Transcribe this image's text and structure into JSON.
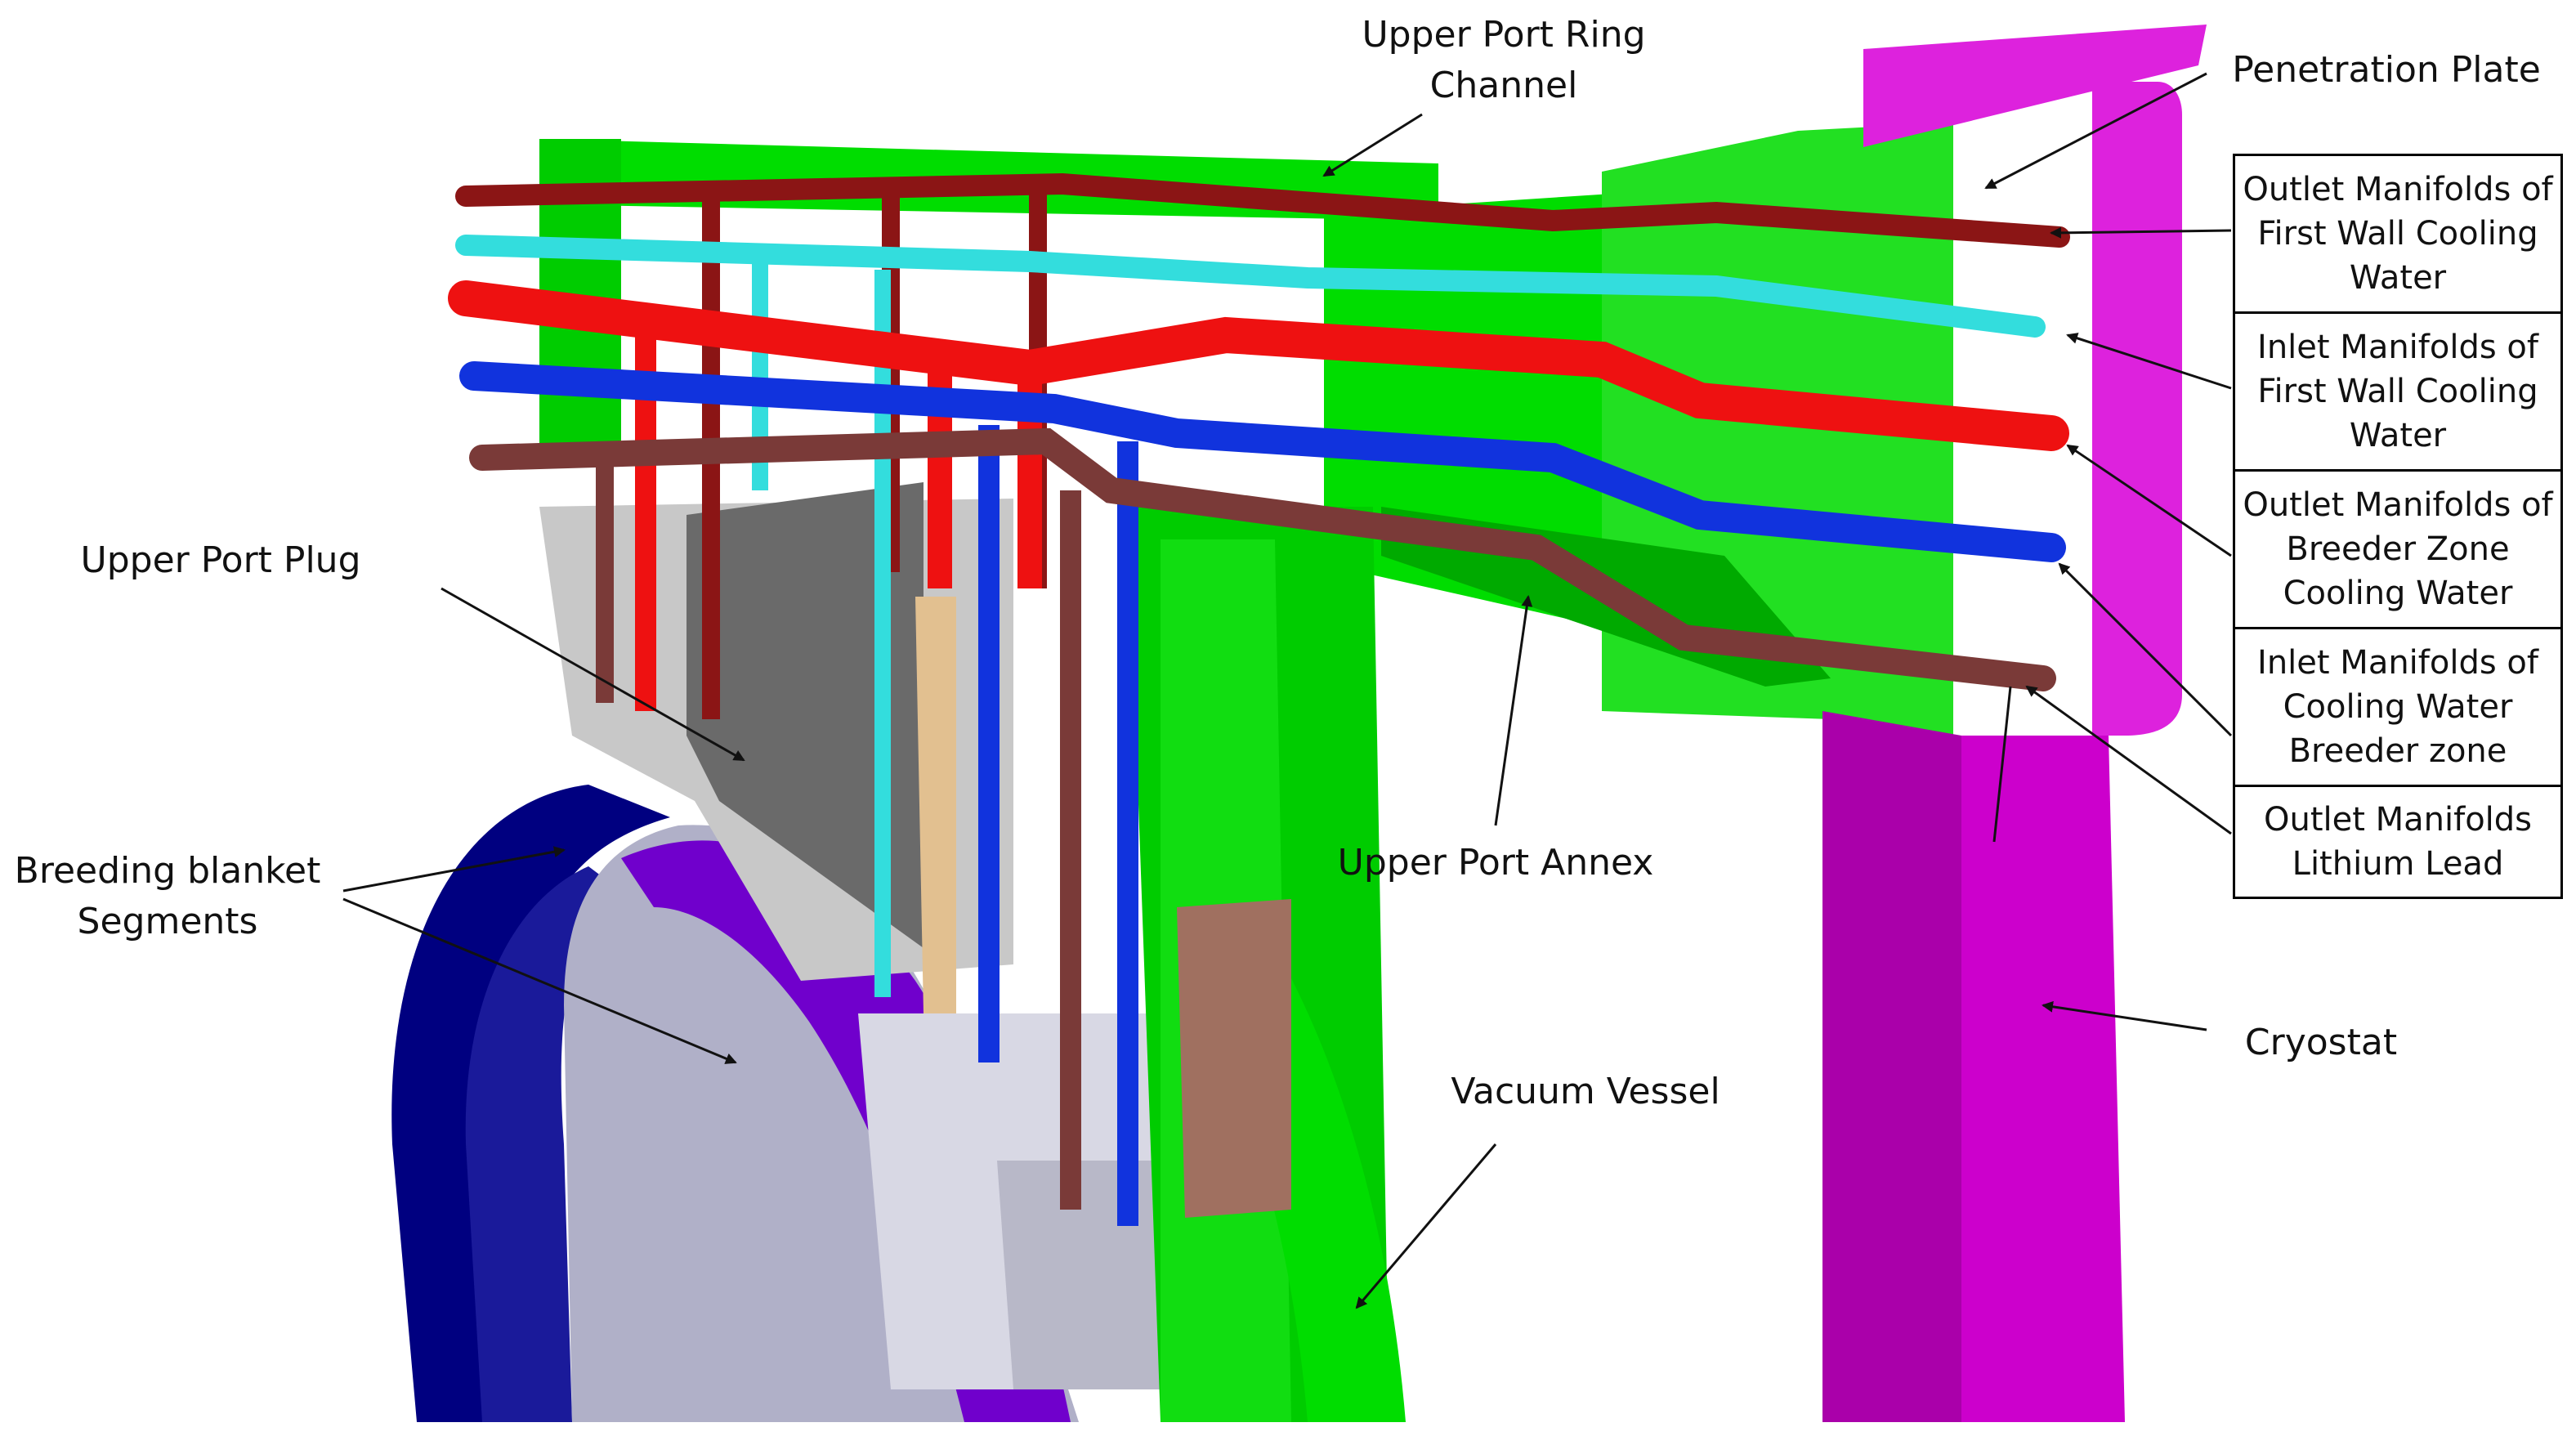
{
  "labels": {
    "upper_port_ring_channel": "Upper Port Ring\nChannel",
    "penetration_plate": "Penetration Plate",
    "upper_port_plug": "Upper Port Plug",
    "breeding_blanket_segments": "Breeding blanket\nSegments",
    "upper_port_annex": "Upper Port Annex",
    "vacuum_vessel": "Vacuum Vessel",
    "cryostat": "Cryostat"
  },
  "manifold_boxes": [
    "Outlet Manifolds of First Wall Cooling Water",
    "Inlet Manifolds of First Wall Cooling Water",
    "Outlet Manifolds of Breeder Zone Cooling Water",
    "Inlet Manifolds of Cooling Water Breeder zone",
    "Outlet Manifolds Lithium Lead"
  ],
  "colors": {
    "vacuum_vessel": "#00dd00",
    "cryostat": "#cc00cc",
    "blanket_inboard": "#000080",
    "blanket_outboard": "#7000cc",
    "port_plug": "#6a6a6a",
    "first_wall_outlet": "#8b1515",
    "first_wall_inlet": "#33dddd",
    "breeder_outlet": "#ee1111",
    "breeder_inlet": "#1133dd",
    "lithium_lead": "#7a3a38"
  }
}
